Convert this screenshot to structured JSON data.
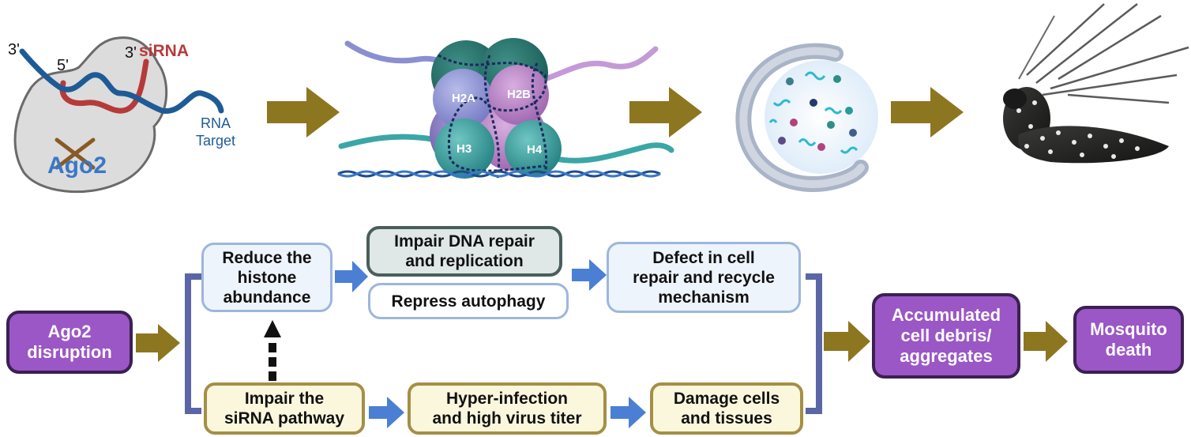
{
  "panel1": {
    "label_3prime_left": "3'",
    "label_5prime": "5'",
    "label_3prime_right": "3'",
    "label_sirna": "siRNA",
    "label_rna_target": "RNA\nTarget",
    "label_ago2": "Ago2"
  },
  "panel2": {
    "histone_h2a": "H2A",
    "histone_h2b": "H2B",
    "histone_h3": "H3",
    "histone_h4": "H4"
  },
  "flow": {
    "ago2_disruption": "Ago2\ndisruption",
    "reduce_histone": "Reduce the\nhistone\nabundance",
    "impair_dna": "Impair DNA repair\nand replication",
    "repress_autophagy": "Repress autophagy",
    "defect_cell": "Defect in cell\nrepair and recycle\nmechanism",
    "impair_sirna": "Impair the\nsiRNA pathway",
    "hyper_infection": "Hyper-infection\nand high virus titer",
    "damage_cells": "Damage cells\nand tissues",
    "accumulated": "Accumulated\ncell debris/\naggregates",
    "mosquito_death": "Mosquito\ndeath"
  },
  "colors": {
    "arrow_olive": "#8d7620",
    "arrow_blue": "#4a7fd4",
    "bracket": "#5a66a6",
    "purple_box": "#9a57c5",
    "sirna_red": "#b73a3a",
    "rna_blue": "#1e5b96"
  }
}
